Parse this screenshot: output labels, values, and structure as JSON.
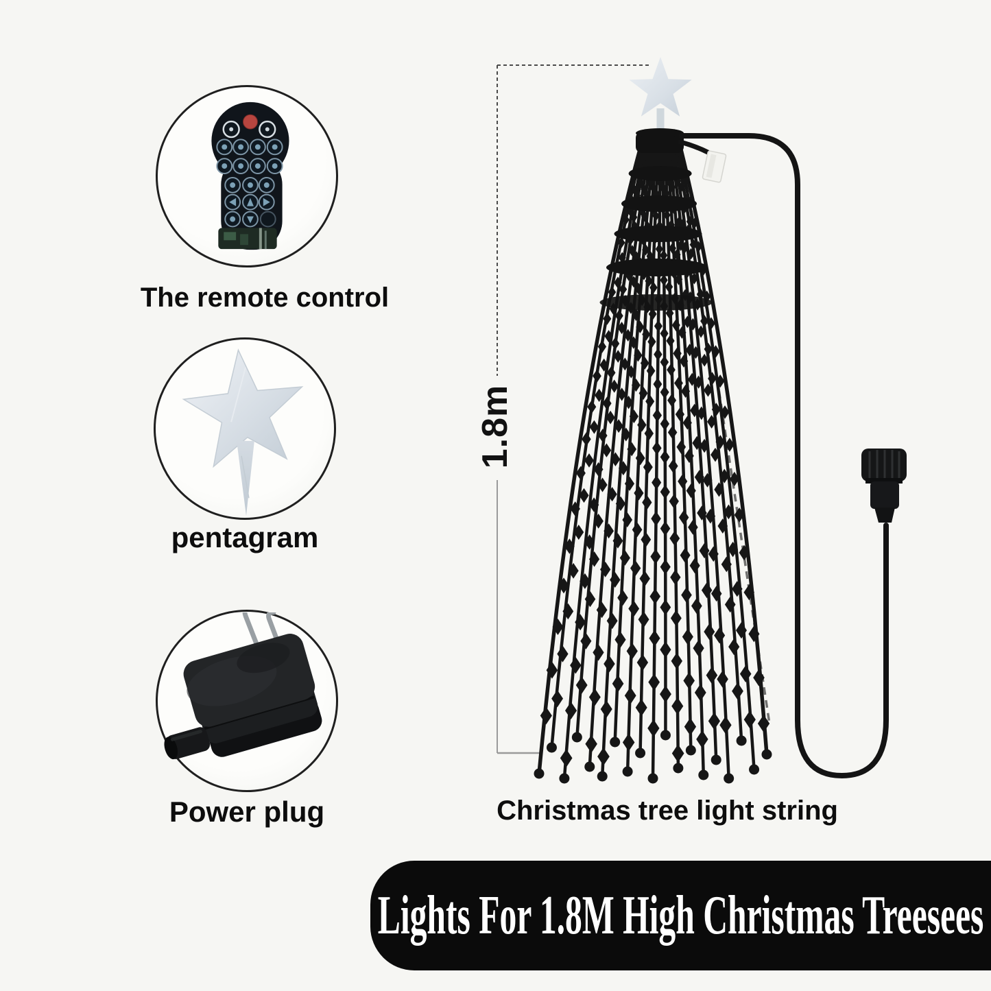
{
  "features": [
    {
      "icon": "remote-control",
      "label": "The remote control"
    },
    {
      "icon": "star-topper",
      "label": "pentagram"
    },
    {
      "icon": "power-plug",
      "label": "Power plug"
    }
  ],
  "diagram": {
    "height_label": "1.8m",
    "tree_label": "Christmas tree light string"
  },
  "banner": {
    "text": "Lights For 1.8M High Christmas Treesees"
  },
  "colors": {
    "background": "#f6f6f3",
    "ink": "#161616",
    "banner_background": "#0b0b0b",
    "banner_text": "#ffffff",
    "remote_power_button_red": "#b8453f",
    "star_silver": "#d9e0e7",
    "dimension_line_gray": "#4a4a4a"
  }
}
